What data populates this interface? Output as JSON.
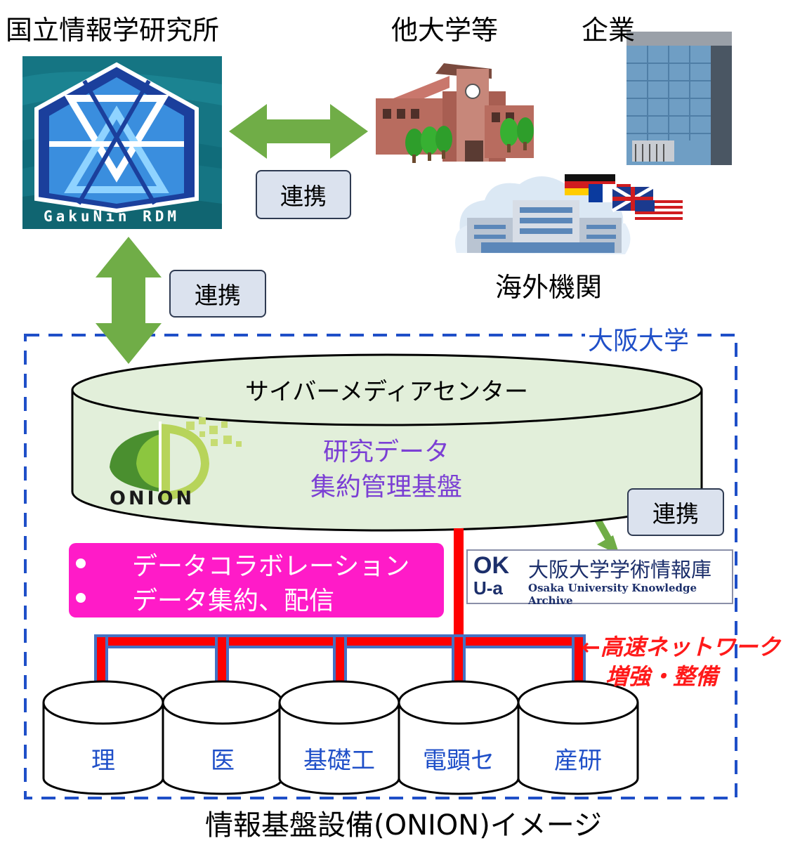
{
  "labels": {
    "nii": "国立情報学研究所",
    "universities": "他大学等",
    "companies": "企業",
    "overseas": "海外機関",
    "osaka_university": "大阪大学",
    "caption": "情報基盤設備(ONION)イメージ"
  },
  "nii_logo": {
    "text": "GakuNin RDM"
  },
  "links": [
    "連携",
    "連携",
    "連携"
  ],
  "center": {
    "name": "サイバーメディアセンター",
    "logo_text": "ONION",
    "system_line1": "研究データ",
    "system_line2": "集約管理基盤"
  },
  "features": [
    "データコラボレーション",
    "データ集約、配信"
  ],
  "repository": {
    "mark_top": "OK",
    "mark_bottom": "U-a",
    "name_jp": "大阪大学学術情報庫",
    "name_en": "Osaka University Knowledge Archive"
  },
  "network": {
    "line1": "←高速ネットワーク",
    "line2": "増強・整備"
  },
  "departments": [
    "理",
    "医",
    "基礎工",
    "電顕セ",
    "産研"
  ],
  "colors": {
    "arrow_green": "#70ad47",
    "network_red": "#ff0000",
    "network_blue": "#4472c4",
    "feature_pink": "#ff1bc8",
    "cylinder_fill": "#e2efda",
    "dashed_border": "#1f4fc8",
    "purple_text": "#7b3fd4"
  }
}
